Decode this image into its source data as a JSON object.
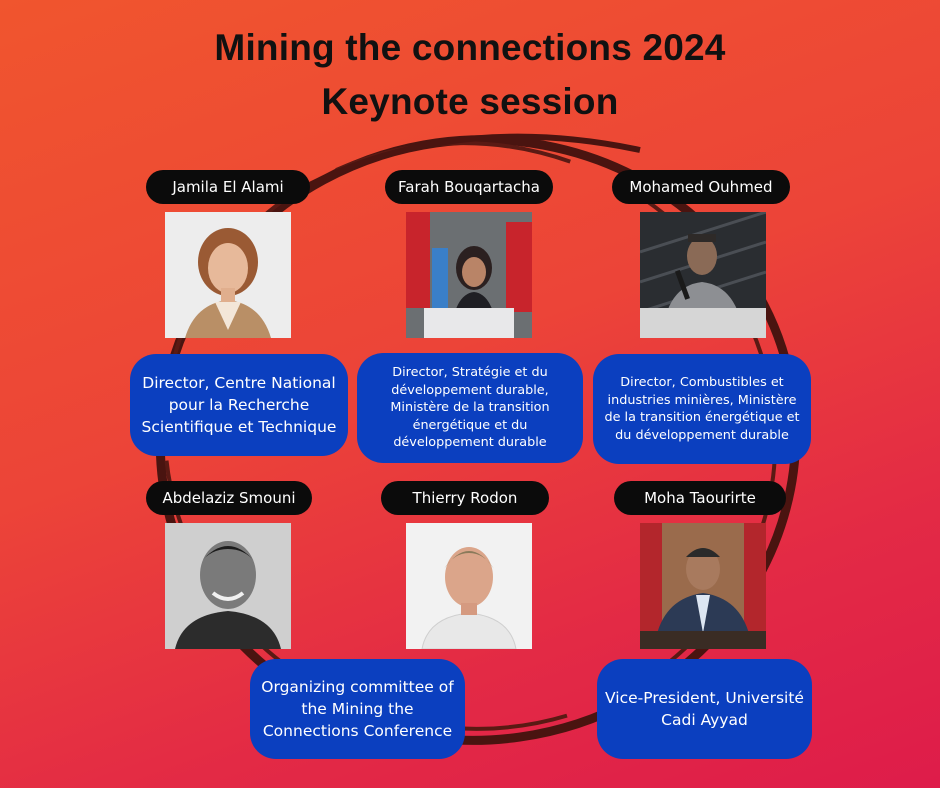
{
  "title_line_1": "Mining the connections 2024",
  "title_line_2": "Keynote session",
  "speakers": [
    {
      "name": "Jamila El Alami",
      "role": "Director, Centre National pour la Recherche Scientifique et Technique"
    },
    {
      "name": "Farah Bouqartacha",
      "role": "Director, Stratégie et du développement durable, Ministère de la transition énergétique et du développement durable"
    },
    {
      "name": "Mohamed Ouhmed",
      "role": "Director, Combustibles et industries minières, Ministère de la transition énergétique et du développement durable"
    },
    {
      "name": "Abdelaziz Smouni",
      "role": ""
    },
    {
      "name": "Thierry Rodon",
      "role": "Organizing committee of the Mining the Connections Conference"
    },
    {
      "name": "Moha Taourirte",
      "role": "Vice-President, Université Cadi Ayyad"
    }
  ],
  "colors": {
    "background_start": "#f0552e",
    "background_end": "#de1c4a",
    "ring": "#4a1410",
    "pill": "#0b0b0b",
    "role_box": "#0b3fbf"
  }
}
